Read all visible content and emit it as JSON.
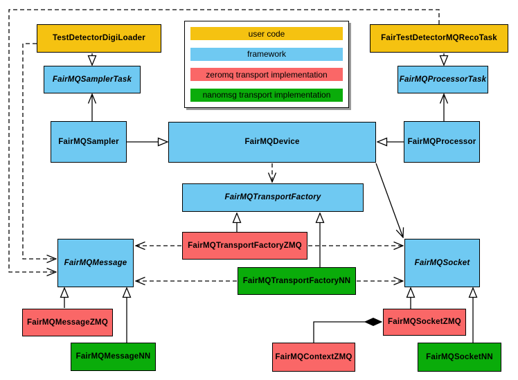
{
  "legend": {
    "items": [
      {
        "label": "user code",
        "color": "#F5C211"
      },
      {
        "label": "framework",
        "color": "#6FC9F2"
      },
      {
        "label": "zeromq transport implementation",
        "color": "#FA6767"
      },
      {
        "label": "nanomsg transport implementation",
        "color": "#0AAC0A"
      }
    ]
  },
  "classes": {
    "digi_loader": {
      "label": "TestDetectorDigiLoader",
      "color": "#F5C211",
      "category": "user code"
    },
    "reco_task": {
      "label": "FairTestDetectorMQRecoTask",
      "color": "#F5C211",
      "category": "user code"
    },
    "sampler_task": {
      "label": "FairMQSamplerTask",
      "color": "#6FC9F2",
      "category": "framework",
      "abstract": true
    },
    "processor_task": {
      "label": "FairMQProcessorTask",
      "color": "#6FC9F2",
      "category": "framework",
      "abstract": true
    },
    "sampler": {
      "label": "FairMQSampler",
      "color": "#6FC9F2",
      "category": "framework"
    },
    "device": {
      "label": "FairMQDevice",
      "color": "#6FC9F2",
      "category": "framework"
    },
    "processor": {
      "label": "FairMQProcessor",
      "color": "#6FC9F2",
      "category": "framework"
    },
    "transport_factory": {
      "label": "FairMQTransportFactory",
      "color": "#6FC9F2",
      "category": "framework",
      "abstract": true
    },
    "transport_factory_zmq": {
      "label": "FairMQTransportFactoryZMQ",
      "color": "#FA6767",
      "category": "zeromq transport implementation"
    },
    "transport_factory_nn": {
      "label": "FairMQTransportFactoryNN",
      "color": "#0AAC0A",
      "category": "nanomsg transport implementation"
    },
    "message": {
      "label": "FairMQMessage",
      "color": "#6FC9F2",
      "category": "framework",
      "abstract": true
    },
    "socket": {
      "label": "FairMQSocket",
      "color": "#6FC9F2",
      "category": "framework",
      "abstract": true
    },
    "message_zmq": {
      "label": "FairMQMessageZMQ",
      "color": "#FA6767",
      "category": "zeromq transport implementation"
    },
    "message_nn": {
      "label": "FairMQMessageNN",
      "color": "#0AAC0A",
      "category": "nanomsg transport implementation"
    },
    "context_zmq": {
      "label": "FairMQContextZMQ",
      "color": "#FA6767",
      "category": "zeromq transport implementation"
    },
    "socket_zmq": {
      "label": "FairMQSocketZMQ",
      "color": "#FA6767",
      "category": "zeromq transport implementation"
    },
    "socket_nn": {
      "label": "FairMQSocketNN",
      "color": "#0AAC0A",
      "category": "nanomsg transport implementation"
    }
  },
  "relations": [
    {
      "from": "TestDetectorDigiLoader",
      "to": "FairMQSamplerTask",
      "type": "inheritance"
    },
    {
      "from": "FairTestDetectorMQRecoTask",
      "to": "FairMQProcessorTask",
      "type": "inheritance"
    },
    {
      "from": "FairMQSampler",
      "to": "FairMQSamplerTask",
      "type": "association"
    },
    {
      "from": "FairMQProcessor",
      "to": "FairMQProcessorTask",
      "type": "association"
    },
    {
      "from": "FairMQSampler",
      "to": "FairMQDevice",
      "type": "inheritance"
    },
    {
      "from": "FairMQProcessor",
      "to": "FairMQDevice",
      "type": "inheritance"
    },
    {
      "from": "FairMQDevice",
      "to": "FairMQTransportFactory",
      "type": "dependency"
    },
    {
      "from": "FairMQDevice",
      "to": "FairMQSocket",
      "type": "association"
    },
    {
      "from": "FairMQTransportFactoryZMQ",
      "to": "FairMQTransportFactory",
      "type": "inheritance"
    },
    {
      "from": "FairMQTransportFactoryNN",
      "to": "FairMQTransportFactory",
      "type": "inheritance"
    },
    {
      "from": "FairMQTransportFactoryZMQ",
      "to": "FairMQMessage",
      "type": "dependency"
    },
    {
      "from": "FairMQTransportFactoryZMQ",
      "to": "FairMQSocket",
      "type": "dependency"
    },
    {
      "from": "FairMQTransportFactoryNN",
      "to": "FairMQMessage",
      "type": "dependency"
    },
    {
      "from": "FairMQTransportFactoryNN",
      "to": "FairMQSocket",
      "type": "dependency"
    },
    {
      "from": "TestDetectorDigiLoader",
      "to": "FairMQMessage",
      "type": "dependency"
    },
    {
      "from": "FairTestDetectorMQRecoTask",
      "to": "FairMQMessage",
      "type": "dependency"
    },
    {
      "from": "FairMQMessageZMQ",
      "to": "FairMQMessage",
      "type": "inheritance"
    },
    {
      "from": "FairMQMessageNN",
      "to": "FairMQMessage",
      "type": "inheritance"
    },
    {
      "from": "FairMQSocketZMQ",
      "to": "FairMQSocket",
      "type": "inheritance"
    },
    {
      "from": "FairMQSocketNN",
      "to": "FairMQSocket",
      "type": "inheritance"
    },
    {
      "from": "FairMQContextZMQ",
      "to": "FairMQSocketZMQ",
      "type": "composition"
    }
  ]
}
